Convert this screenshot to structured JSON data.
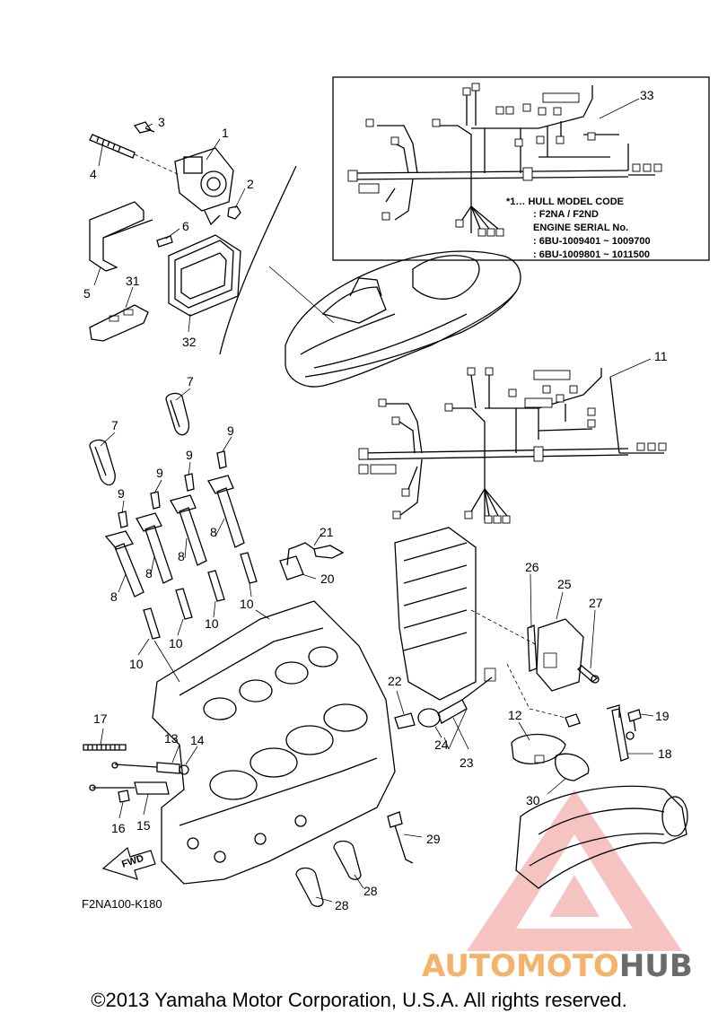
{
  "diagram_code": "F2NA100-K180",
  "fwd_label": "FWD",
  "copyright": "©2013 Yamaha Motor Corporation, U.S.A. All rights reserved.",
  "watermark": {
    "part1": "AUTOMOTO",
    "part2": "HUB",
    "color1": "#f5b26b",
    "color2": "#6b6b6b",
    "triangle_color": "#e8716a"
  },
  "note": {
    "line1": "*1… HULL MODEL CODE",
    "line2": ": F2NA / F2ND",
    "line3": "ENGINE SERIAL No.",
    "line4": ": 6BU-1009401 ~ 1009700",
    "line5": ": 6BU-1009801 ~ 1011500"
  },
  "callouts": {
    "c1": "1",
    "c2": "2",
    "c3": "3",
    "c4": "4",
    "c5": "5",
    "c6": "6",
    "c7a": "7",
    "c7b": "7",
    "c8a": "8",
    "c8b": "8",
    "c8c": "8",
    "c8d": "8",
    "c9a": "9",
    "c9b": "9",
    "c9c": "9",
    "c9d": "9",
    "c10a": "10",
    "c10b": "10",
    "c10c": "10",
    "c10d": "10",
    "c11": "11",
    "c12": "12",
    "c13": "13",
    "c14": "14",
    "c15": "15",
    "c16": "16",
    "c17": "17",
    "c18": "18",
    "c19": "19",
    "c20": "20",
    "c21": "21",
    "c22": "22",
    "c23": "23",
    "c24": "24",
    "c25": "25",
    "c26": "26",
    "c27": "27",
    "c28a": "28",
    "c28b": "28",
    "c29": "29",
    "c30": "30",
    "c31": "31",
    "c32": "32",
    "c33": "33"
  }
}
